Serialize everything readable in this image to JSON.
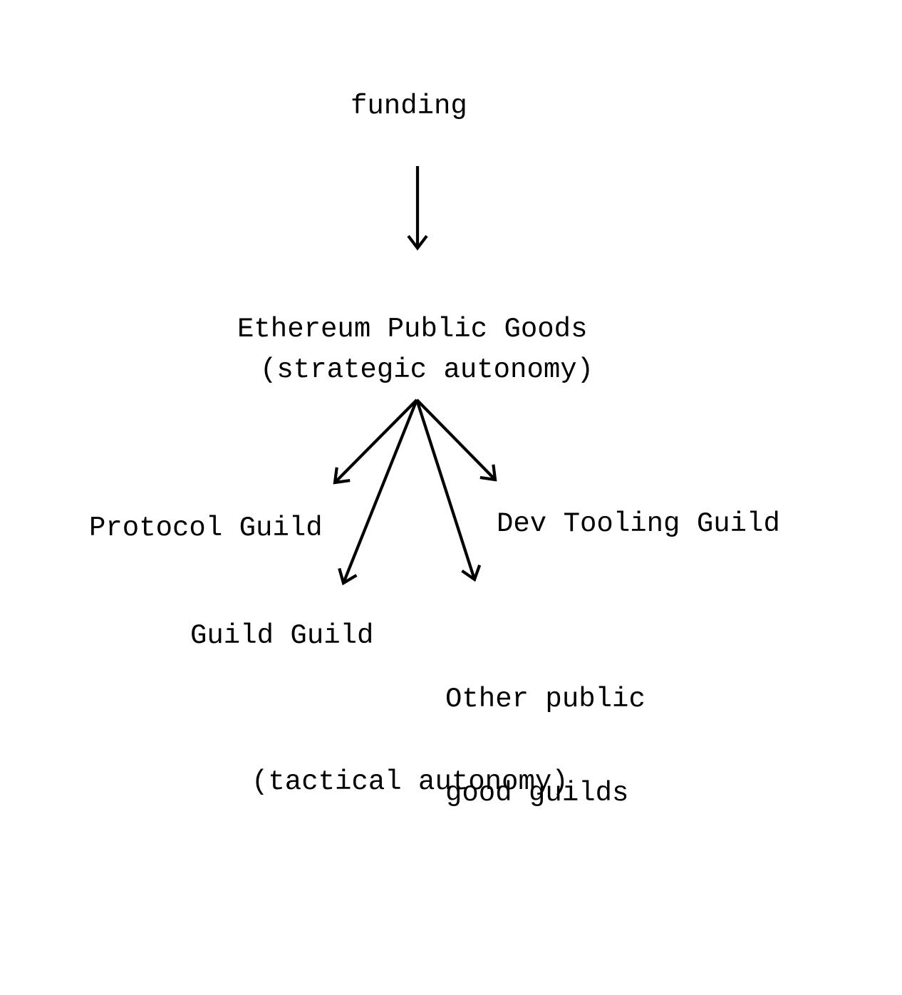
{
  "diagram": {
    "type": "flow-diagram",
    "background_color": "#ffffff",
    "ink_color": "#000000",
    "nodes": {
      "funding": {
        "label": "funding"
      },
      "epg": {
        "title": "Ethereum Public Goods",
        "subtitle": "(strategic autonomy)"
      },
      "protocol_guild": {
        "label": "Protocol Guild"
      },
      "dev_tooling_guild": {
        "label": "Dev Tooling Guild"
      },
      "guild_guild": {
        "label": "Guild Guild"
      },
      "other_guilds": {
        "line1": "Other public",
        "line2": "good guilds"
      },
      "tactical_note": {
        "label": "(tactical autonomy)"
      }
    },
    "edges": [
      {
        "from": "funding",
        "to": "epg"
      },
      {
        "from": "epg",
        "to": "protocol_guild"
      },
      {
        "from": "epg",
        "to": "dev_tooling_guild"
      },
      {
        "from": "epg",
        "to": "guild_guild"
      },
      {
        "from": "epg",
        "to": "other_guilds"
      }
    ]
  }
}
